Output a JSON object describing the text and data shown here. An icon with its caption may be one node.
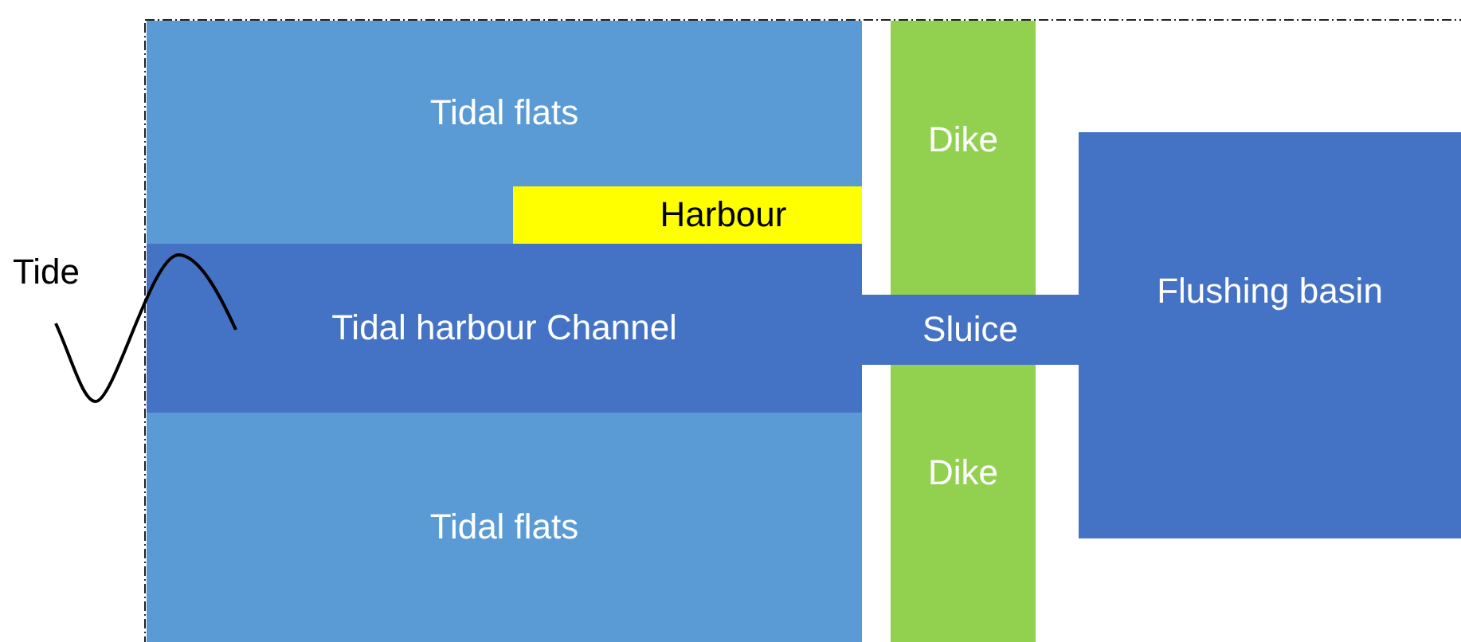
{
  "diagram": {
    "nodes": [
      {
        "text": [
          "Tidal flats"
        ]
      },
      {
        "text": [
          "Harbour"
        ],
        "in": 0
      },
      {
        "text": [
          "Dike"
        ]
      },
      {
        "text": [
          "Tidal harbour Channel"
        ]
      },
      {
        "text": [
          "Sluice"
        ]
      },
      {
        "text": [
          "Flushing basin"
        ]
      },
      {
        "text": [
          "Tidal flats"
        ]
      },
      {
        "text": [
          "Dike"
        ]
      }
    ],
    "edges": [],
    "labels": [
      "Tide"
    ]
  }
}
